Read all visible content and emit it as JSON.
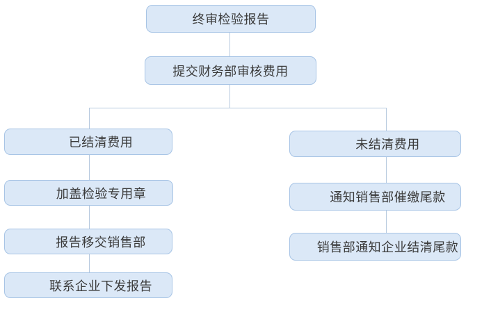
{
  "diagram": {
    "type": "flowchart",
    "language": "zh-CN",
    "colors": {
      "node_fill": "#dbe8f7",
      "node_border": "#a7c4e5",
      "connector": "#b6c9de",
      "text": "#3b3b3b",
      "bg": "#ffffff"
    },
    "nodes": {
      "final_report": {
        "label": "终审检验报告"
      },
      "submit_finance": {
        "label": "提交财务部审核费用"
      },
      "fees_settled": {
        "label": "已结清费用"
      },
      "stamp_seal": {
        "label": "加盖检验专用章"
      },
      "report_to_sales": {
        "label": "报告移交销售部"
      },
      "contact_enterprise": {
        "label": "联系企业下发报告"
      },
      "fees_unsettled": {
        "label": "未结清费用"
      },
      "notify_sales": {
        "label": "通知销售部催缴尾款"
      },
      "sales_notify_enterprise": {
        "label": "销售部通知企业结清尾款"
      }
    },
    "edges": [
      {
        "from": "final_report",
        "to": "submit_finance"
      },
      {
        "from": "submit_finance",
        "to": "fees_settled"
      },
      {
        "from": "submit_finance",
        "to": "fees_unsettled"
      },
      {
        "from": "fees_settled",
        "to": "stamp_seal"
      },
      {
        "from": "stamp_seal",
        "to": "report_to_sales"
      },
      {
        "from": "report_to_sales",
        "to": "contact_enterprise"
      },
      {
        "from": "fees_unsettled",
        "to": "notify_sales"
      },
      {
        "from": "notify_sales",
        "to": "sales_notify_enterprise"
      }
    ]
  }
}
